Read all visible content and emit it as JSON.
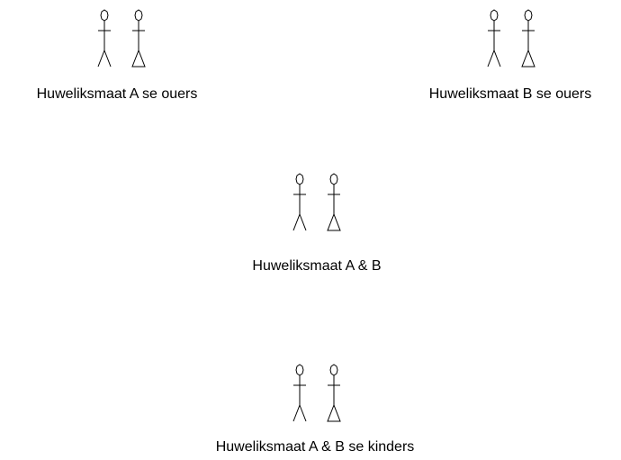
{
  "groups": {
    "parents_a": {
      "label": "Huweliksmaat A se ouers"
    },
    "parents_b": {
      "label": "Huweliksmaat B se ouers"
    },
    "couple": {
      "label": "Huweliksmaat A & B"
    },
    "children": {
      "label": "Huweliksmaat A & B se kinders"
    }
  },
  "icons": {
    "male": "male-stick-figure-icon",
    "female": "female-stick-figure-icon"
  },
  "colors": {
    "stroke": "#000000",
    "background": "#ffffff",
    "text": "#000000"
  }
}
